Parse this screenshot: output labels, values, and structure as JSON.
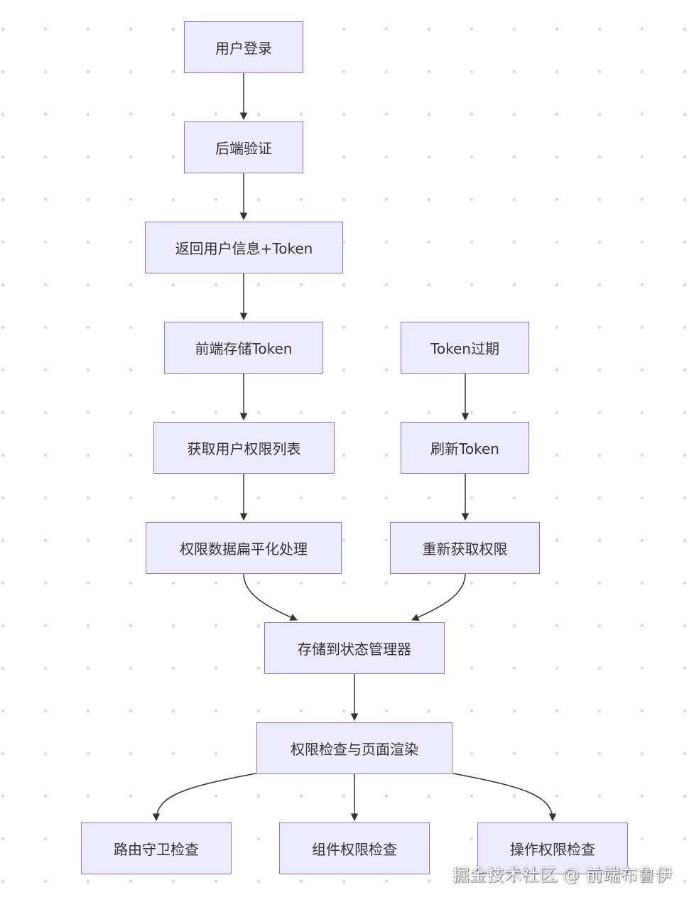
{
  "nodes": {
    "login": "用户登录",
    "backend_verify": "后端验证",
    "return_user_info": "返回用户信息+Token",
    "frontend_store_token": "前端存储Token",
    "get_permission_list": "获取用户权限列表",
    "flatten_permissions": "权限数据扁平化处理",
    "token_expired": "Token过期",
    "refresh_token": "刷新Token",
    "refetch_permissions": "重新获取权限",
    "store_state_manager": "存储到状态管理器",
    "check_and_render": "权限检查与页面渲染",
    "route_guard_check": "路由守卫检查",
    "component_check": "组件权限检查",
    "operation_check": "操作权限检查"
  },
  "colors": {
    "node_fill": "#ececff",
    "node_border": "#9370db",
    "edge": "#333333",
    "text": "#333333"
  },
  "watermark": "掘金技术社区 @ 前端布鲁伊"
}
